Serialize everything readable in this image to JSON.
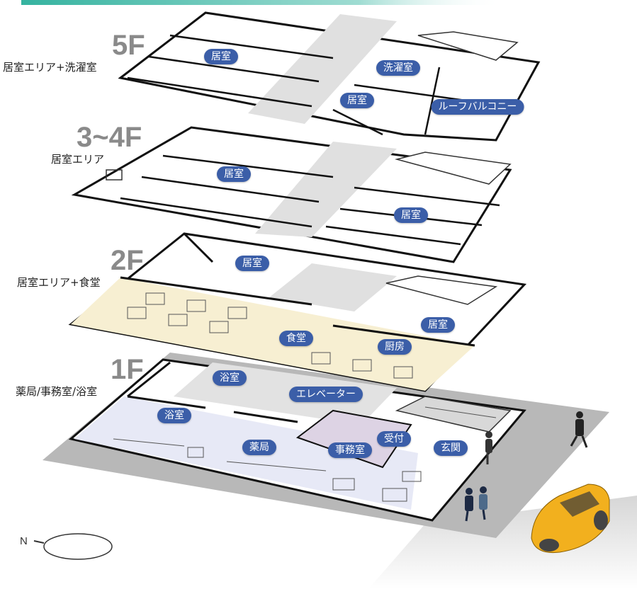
{
  "floors": [
    {
      "id": "5f",
      "number": "5F",
      "description": "居室エリア+洗濯室"
    },
    {
      "id": "3-4f",
      "number": "3~4F",
      "description": "居室エリア"
    },
    {
      "id": "2f",
      "number": "2F",
      "description": "居室エリア+食堂"
    },
    {
      "id": "1f",
      "number": "1F",
      "description": "薬局/事務室/浴室"
    }
  ],
  "room_labels": {
    "f5_room_a": "居室",
    "f5_laundry": "洗濯室",
    "f5_room_b": "居室",
    "f5_roof_balcony": "ルーフバルコニー",
    "f34_room_a": "居室",
    "f34_room_b": "居室",
    "f2_room_a": "居室",
    "f2_room_b": "居室",
    "f2_dining": "食堂",
    "f2_kitchen": "厨房",
    "f1_bath_a": "浴室",
    "f1_elevator": "エレベーター",
    "f1_bath_b": "浴室",
    "f1_reception": "受付",
    "f1_pharmacy": "薬局",
    "f1_office": "事務室",
    "f1_entrance": "玄関"
  },
  "compass": {
    "label": "N"
  },
  "colors": {
    "room_tag": "#3b5ea8",
    "dining_floor": "#f7efd2",
    "ground_floor": "#e6e8f5",
    "corridor": "#dcdcdc",
    "base_slab": "#b9b9b9",
    "header_bar": "#3fb7a6",
    "car": "#f2b01e"
  },
  "icons": [
    "compass-icon",
    "person-icon",
    "car-icon",
    "stairs-icon"
  ]
}
